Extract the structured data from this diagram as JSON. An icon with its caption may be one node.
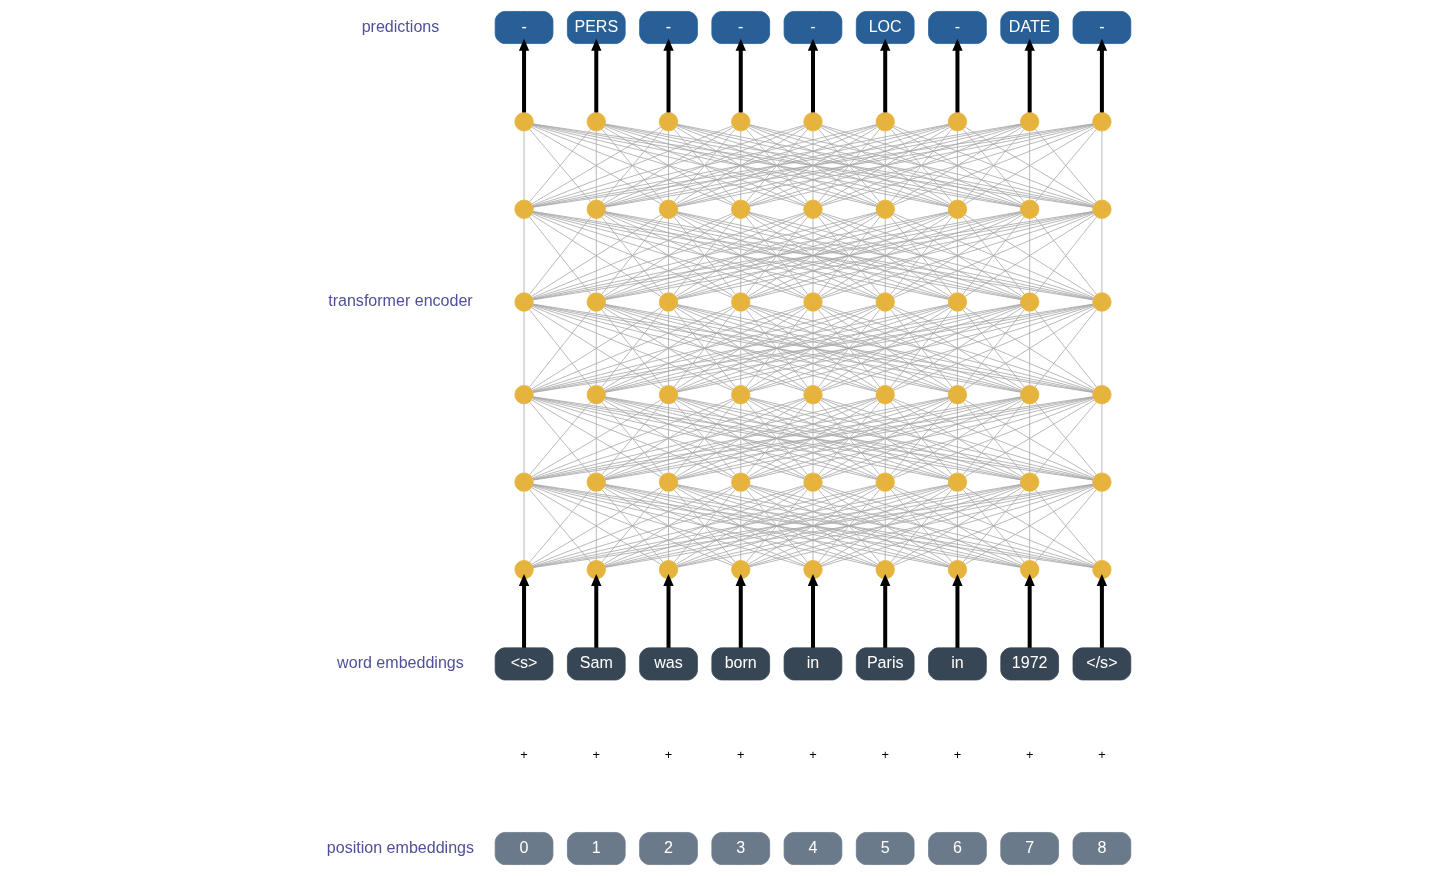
{
  "diagram": {
    "nodes": [
      {
        "text": [
          "-"
        ]
      },
      {
        "text": [
          "PERS"
        ]
      },
      {
        "text": [
          "-"
        ]
      },
      {
        "text": [
          "-"
        ]
      },
      {
        "text": [
          "-"
        ]
      },
      {
        "text": [
          "LOC"
        ]
      },
      {
        "text": [
          "-"
        ]
      },
      {
        "text": [
          "DATE"
        ]
      },
      {
        "text": [
          "-"
        ]
      },
      {
        "text": [],
        "shape": "circle"
      },
      {
        "text": [],
        "shape": "circle"
      },
      {
        "text": [],
        "shape": "circle"
      },
      {
        "text": [],
        "shape": "circle"
      },
      {
        "text": [],
        "shape": "circle"
      },
      {
        "text": [],
        "shape": "circle"
      },
      {
        "text": [],
        "shape": "circle"
      },
      {
        "text": [],
        "shape": "circle"
      },
      {
        "text": [],
        "shape": "circle"
      },
      {
        "text": [],
        "shape": "circle"
      },
      {
        "text": [],
        "shape": "circle"
      },
      {
        "text": [],
        "shape": "circle"
      },
      {
        "text": [],
        "shape": "circle"
      },
      {
        "text": [],
        "shape": "circle"
      },
      {
        "text": [],
        "shape": "circle"
      },
      {
        "text": [],
        "shape": "circle"
      },
      {
        "text": [],
        "shape": "circle"
      },
      {
        "text": [],
        "shape": "circle"
      },
      {
        "text": [],
        "shape": "circle"
      },
      {
        "text": [],
        "shape": "circle"
      },
      {
        "text": [],
        "shape": "circle"
      },
      {
        "text": [],
        "shape": "circle"
      },
      {
        "text": [],
        "shape": "circle"
      },
      {
        "text": [],
        "shape": "circle"
      },
      {
        "text": [],
        "shape": "circle"
      },
      {
        "text": [],
        "shape": "circle"
      },
      {
        "text": [],
        "shape": "circle"
      },
      {
        "text": [],
        "shape": "circle"
      },
      {
        "text": [],
        "shape": "circle"
      },
      {
        "text": [],
        "shape": "circle"
      },
      {
        "text": [],
        "shape": "circle"
      },
      {
        "text": [],
        "shape": "circle"
      },
      {
        "text": [],
        "shape": "circle"
      },
      {
        "text": [],
        "shape": "circle"
      },
      {
        "text": [],
        "shape": "circle"
      },
      {
        "text": [],
        "shape": "circle"
      },
      {
        "text": [],
        "shape": "circle"
      },
      {
        "text": [],
        "shape": "circle"
      },
      {
        "text": [],
        "shape": "circle"
      },
      {
        "text": [],
        "shape": "circle"
      },
      {
        "text": [],
        "shape": "circle"
      },
      {
        "text": [],
        "shape": "circle"
      },
      {
        "text": [],
        "shape": "circle"
      },
      {
        "text": [],
        "shape": "circle"
      },
      {
        "text": [],
        "shape": "circle"
      },
      {
        "text": [],
        "shape": "circle"
      },
      {
        "text": [],
        "shape": "circle"
      },
      {
        "text": [],
        "shape": "circle"
      },
      {
        "text": [],
        "shape": "circle"
      },
      {
        "text": [],
        "shape": "circle"
      },
      {
        "text": [],
        "shape": "circle"
      },
      {
        "text": [],
        "shape": "circle"
      },
      {
        "text": [],
        "shape": "circle"
      },
      {
        "text": [],
        "shape": "circle"
      },
      {
        "text": [
          "<s>"
        ]
      },
      {
        "text": [
          "Sam"
        ]
      },
      {
        "text": [
          "was"
        ]
      },
      {
        "text": [
          "born"
        ]
      },
      {
        "text": [
          "in"
        ]
      },
      {
        "text": [
          "Paris"
        ]
      },
      {
        "text": [
          "in"
        ]
      },
      {
        "text": [
          "1972"
        ]
      },
      {
        "text": [
          "</s>"
        ]
      },
      {
        "text": [
          "0"
        ]
      },
      {
        "text": [
          "1"
        ]
      },
      {
        "text": [
          "2"
        ]
      },
      {
        "text": [
          "3"
        ]
      },
      {
        "text": [
          "4"
        ]
      },
      {
        "text": [
          "5"
        ]
      },
      {
        "text": [
          "6"
        ]
      },
      {
        "text": [
          "7"
        ]
      },
      {
        "text": [
          "8"
        ]
      }
    ],
    "edges": [
      {
        "from": 9,
        "to": 0,
        "arrow": "to",
        "style": "thick",
        "color": "#000000"
      },
      {
        "from": 10,
        "to": 1,
        "arrow": "to",
        "style": "thick",
        "color": "#000000"
      },
      {
        "from": 11,
        "to": 2,
        "arrow": "to",
        "style": "thick",
        "color": "#000000"
      },
      {
        "from": 12,
        "to": 3,
        "arrow": "to",
        "style": "thick",
        "color": "#000000"
      },
      {
        "from": 13,
        "to": 4,
        "arrow": "to",
        "style": "thick",
        "color": "#000000"
      },
      {
        "from": 14,
        "to": 5,
        "arrow": "to",
        "style": "thick",
        "color": "#000000"
      },
      {
        "from": 15,
        "to": 6,
        "arrow": "to",
        "style": "thick",
        "color": "#000000"
      },
      {
        "from": 16,
        "to": 7,
        "arrow": "to",
        "style": "thick",
        "color": "#000000"
      },
      {
        "from": 17,
        "to": 8,
        "arrow": "to",
        "style": "thick",
        "color": "#000000"
      },
      {
        "from": 18,
        "to": 9,
        "arrow": "none"
      },
      {
        "from": 18,
        "to": 10,
        "arrow": "none"
      },
      {
        "from": 18,
        "to": 11,
        "arrow": "none"
      },
      {
        "from": 18,
        "to": 12,
        "arrow": "none"
      },
      {
        "from": 18,
        "to": 13,
        "arrow": "none"
      },
      {
        "from": 18,
        "to": 14,
        "arrow": "none"
      },
      {
        "from": 18,
        "to": 15,
        "arrow": "none"
      },
      {
        "from": 18,
        "to": 16,
        "arrow": "none"
      },
      {
        "from": 18,
        "to": 17,
        "arrow": "none"
      },
      {
        "from": 19,
        "to": 9,
        "arrow": "none"
      },
      {
        "from": 19,
        "to": 10,
        "arrow": "none"
      },
      {
        "from": 19,
        "to": 11,
        "arrow": "none"
      },
      {
        "from": 19,
        "to": 12,
        "arrow": "none"
      },
      {
        "from": 19,
        "to": 13,
        "arrow": "none"
      },
      {
        "from": 19,
        "to": 14,
        "arrow": "none"
      },
      {
        "from": 19,
        "to": 15,
        "arrow": "none"
      },
      {
        "from": 19,
        "to": 16,
        "arrow": "none"
      },
      {
        "from": 19,
        "to": 17,
        "arrow": "none"
      },
      {
        "from": 20,
        "to": 9,
        "arrow": "none"
      },
      {
        "from": 20,
        "to": 10,
        "arrow": "none"
      },
      {
        "from": 20,
        "to": 11,
        "arrow": "none"
      },
      {
        "from": 20,
        "to": 12,
        "arrow": "none"
      },
      {
        "from": 20,
        "to": 13,
        "arrow": "none"
      },
      {
        "from": 20,
        "to": 14,
        "arrow": "none"
      },
      {
        "from": 20,
        "to": 15,
        "arrow": "none"
      },
      {
        "from": 20,
        "to": 16,
        "arrow": "none"
      },
      {
        "from": 20,
        "to": 17,
        "arrow": "none"
      },
      {
        "from": 21,
        "to": 9,
        "arrow": "none"
      },
      {
        "from": 21,
        "to": 10,
        "arrow": "none"
      },
      {
        "from": 21,
        "to": 11,
        "arrow": "none"
      },
      {
        "from": 21,
        "to": 12,
        "arrow": "none"
      },
      {
        "from": 21,
        "to": 13,
        "arrow": "none"
      },
      {
        "from": 21,
        "to": 14,
        "arrow": "none"
      },
      {
        "from": 21,
        "to": 15,
        "arrow": "none"
      },
      {
        "from": 21,
        "to": 16,
        "arrow": "none"
      },
      {
        "from": 21,
        "to": 17,
        "arrow": "none"
      },
      {
        "from": 22,
        "to": 9,
        "arrow": "none"
      },
      {
        "from": 22,
        "to": 10,
        "arrow": "none"
      },
      {
        "from": 22,
        "to": 11,
        "arrow": "none"
      },
      {
        "from": 22,
        "to": 12,
        "arrow": "none"
      },
      {
        "from": 22,
        "to": 13,
        "arrow": "none"
      },
      {
        "from": 22,
        "to": 14,
        "arrow": "none"
      },
      {
        "from": 22,
        "to": 15,
        "arrow": "none"
      },
      {
        "from": 22,
        "to": 16,
        "arrow": "none"
      },
      {
        "from": 22,
        "to": 17,
        "arrow": "none"
      },
      {
        "from": 23,
        "to": 9,
        "arrow": "none"
      },
      {
        "from": 23,
        "to": 10,
        "arrow": "none"
      },
      {
        "from": 23,
        "to": 11,
        "arrow": "none"
      },
      {
        "from": 23,
        "to": 12,
        "arrow": "none"
      },
      {
        "from": 23,
        "to": 13,
        "arrow": "none"
      },
      {
        "from": 23,
        "to": 14,
        "arrow": "none"
      },
      {
        "from": 23,
        "to": 15,
        "arrow": "none"
      },
      {
        "from": 23,
        "to": 16,
        "arrow": "none"
      },
      {
        "from": 23,
        "to": 17,
        "arrow": "none"
      },
      {
        "from": 24,
        "to": 9,
        "arrow": "none"
      },
      {
        "from": 24,
        "to": 10,
        "arrow": "none"
      },
      {
        "from": 24,
        "to": 11,
        "arrow": "none"
      },
      {
        "from": 24,
        "to": 12,
        "arrow": "none"
      },
      {
        "from": 24,
        "to": 13,
        "arrow": "none"
      },
      {
        "from": 24,
        "to": 14,
        "arrow": "none"
      },
      {
        "from": 24,
        "to": 15,
        "arrow": "none"
      },
      {
        "from": 24,
        "to": 16,
        "arrow": "none"
      },
      {
        "from": 24,
        "to": 17,
        "arrow": "none"
      },
      {
        "from": 25,
        "to": 9,
        "arrow": "none"
      },
      {
        "from": 25,
        "to": 10,
        "arrow": "none"
      },
      {
        "from": 25,
        "to": 11,
        "arrow": "none"
      },
      {
        "from": 25,
        "to": 12,
        "arrow": "none"
      },
      {
        "from": 25,
        "to": 13,
        "arrow": "none"
      },
      {
        "from": 25,
        "to": 14,
        "arrow": "none"
      },
      {
        "from": 25,
        "to": 15,
        "arrow": "none"
      },
      {
        "from": 25,
        "to": 16,
        "arrow": "none"
      },
      {
        "from": 25,
        "to": 17,
        "arrow": "none"
      },
      {
        "from": 26,
        "to": 9,
        "arrow": "none"
      },
      {
        "from": 26,
        "to": 10,
        "arrow": "none"
      },
      {
        "from": 26,
        "to": 11,
        "arrow": "none"
      },
      {
        "from": 26,
        "to": 12,
        "arrow": "none"
      },
      {
        "from": 26,
        "to": 13,
        "arrow": "none"
      },
      {
        "from": 26,
        "to": 14,
        "arrow": "none"
      },
      {
        "from": 26,
        "to": 15,
        "arrow": "none"
      },
      {
        "from": 26,
        "to": 16,
        "arrow": "none"
      },
      {
        "from": 26,
        "to": 17,
        "arrow": "none"
      },
      {
        "from": 27,
        "to": 18,
        "arrow": "none"
      },
      {
        "from": 27,
        "to": 19,
        "arrow": "none"
      },
      {
        "from": 27,
        "to": 20,
        "arrow": "none"
      },
      {
        "from": 27,
        "to": 21,
        "arrow": "none"
      },
      {
        "from": 27,
        "to": 22,
        "arrow": "none"
      },
      {
        "from": 27,
        "to": 23,
        "arrow": "none"
      },
      {
        "from": 27,
        "to": 24,
        "arrow": "none"
      },
      {
        "from": 27,
        "to": 25,
        "arrow": "none"
      },
      {
        "from": 27,
        "to": 26,
        "arrow": "none"
      },
      {
        "from": 28,
        "to": 18,
        "arrow": "none"
      },
      {
        "from": 28,
        "to": 19,
        "arrow": "none"
      },
      {
        "from": 28,
        "to": 20,
        "arrow": "none"
      },
      {
        "from": 28,
        "to": 21,
        "arrow": "none"
      },
      {
        "from": 28,
        "to": 22,
        "arrow": "none"
      },
      {
        "from": 28,
        "to": 23,
        "arrow": "none"
      },
      {
        "from": 28,
        "to": 24,
        "arrow": "none"
      },
      {
        "from": 28,
        "to": 25,
        "arrow": "none"
      },
      {
        "from": 28,
        "to": 26,
        "arrow": "none"
      },
      {
        "from": 29,
        "to": 18,
        "arrow": "none"
      },
      {
        "from": 29,
        "to": 19,
        "arrow": "none"
      },
      {
        "from": 29,
        "to": 20,
        "arrow": "none"
      },
      {
        "from": 29,
        "to": 21,
        "arrow": "none"
      },
      {
        "from": 29,
        "to": 22,
        "arrow": "none"
      },
      {
        "from": 29,
        "to": 23,
        "arrow": "none"
      },
      {
        "from": 29,
        "to": 24,
        "arrow": "none"
      },
      {
        "from": 29,
        "to": 25,
        "arrow": "none"
      },
      {
        "from": 29,
        "to": 26,
        "arrow": "none"
      },
      {
        "from": 30,
        "to": 18,
        "arrow": "none"
      },
      {
        "from": 30,
        "to": 19,
        "arrow": "none"
      },
      {
        "from": 30,
        "to": 20,
        "arrow": "none"
      },
      {
        "from": 30,
        "to": 21,
        "arrow": "none"
      },
      {
        "from": 30,
        "to": 22,
        "arrow": "none"
      },
      {
        "from": 30,
        "to": 23,
        "arrow": "none"
      },
      {
        "from": 30,
        "to": 24,
        "arrow": "none"
      },
      {
        "from": 30,
        "to": 25,
        "arrow": "none"
      },
      {
        "from": 30,
        "to": 26,
        "arrow": "none"
      },
      {
        "from": 31,
        "to": 18,
        "arrow": "none"
      },
      {
        "from": 31,
        "to": 19,
        "arrow": "none"
      },
      {
        "from": 31,
        "to": 20,
        "arrow": "none"
      },
      {
        "from": 31,
        "to": 21,
        "arrow": "none"
      },
      {
        "from": 31,
        "to": 22,
        "arrow": "none"
      },
      {
        "from": 31,
        "to": 23,
        "arrow": "none"
      },
      {
        "from": 31,
        "to": 24,
        "arrow": "none"
      },
      {
        "from": 31,
        "to": 25,
        "arrow": "none"
      },
      {
        "from": 31,
        "to": 26,
        "arrow": "none"
      },
      {
        "from": 32,
        "to": 18,
        "arrow": "none"
      },
      {
        "from": 32,
        "to": 19,
        "arrow": "none"
      },
      {
        "from": 32,
        "to": 20,
        "arrow": "none"
      },
      {
        "from": 32,
        "to": 21,
        "arrow": "none"
      },
      {
        "from": 32,
        "to": 22,
        "arrow": "none"
      },
      {
        "from": 32,
        "to": 23,
        "arrow": "none"
      },
      {
        "from": 32,
        "to": 24,
        "arrow": "none"
      },
      {
        "from": 32,
        "to": 25,
        "arrow": "none"
      },
      {
        "from": 32,
        "to": 26,
        "arrow": "none"
      },
      {
        "from": 33,
        "to": 18,
        "arrow": "none"
      },
      {
        "from": 33,
        "to": 19,
        "arrow": "none"
      },
      {
        "from": 33,
        "to": 20,
        "arrow": "none"
      },
      {
        "from": 33,
        "to": 21,
        "arrow": "none"
      },
      {
        "from": 33,
        "to": 22,
        "arrow": "none"
      },
      {
        "from": 33,
        "to": 23,
        "arrow": "none"
      },
      {
        "from": 33,
        "to": 24,
        "arrow": "none"
      },
      {
        "from": 33,
        "to": 25,
        "arrow": "none"
      },
      {
        "from": 33,
        "to": 26,
        "arrow": "none"
      },
      {
        "from": 34,
        "to": 18,
        "arrow": "none"
      },
      {
        "from": 34,
        "to": 19,
        "arrow": "none"
      },
      {
        "from": 34,
        "to": 20,
        "arrow": "none"
      },
      {
        "from": 34,
        "to": 21,
        "arrow": "none"
      },
      {
        "from": 34,
        "to": 22,
        "arrow": "none"
      },
      {
        "from": 34,
        "to": 23,
        "arrow": "none"
      },
      {
        "from": 34,
        "to": 24,
        "arrow": "none"
      },
      {
        "from": 34,
        "to": 25,
        "arrow": "none"
      },
      {
        "from": 34,
        "to": 26,
        "arrow": "none"
      },
      {
        "from": 35,
        "to": 18,
        "arrow": "none"
      },
      {
        "from": 35,
        "to": 19,
        "arrow": "none"
      },
      {
        "from": 35,
        "to": 20,
        "arrow": "none"
      },
      {
        "from": 35,
        "to": 21,
        "arrow": "none"
      },
      {
        "from": 35,
        "to": 22,
        "arrow": "none"
      },
      {
        "from": 35,
        "to": 23,
        "arrow": "none"
      },
      {
        "from": 35,
        "to": 24,
        "arrow": "none"
      },
      {
        "from": 35,
        "to": 25,
        "arrow": "none"
      },
      {
        "from": 35,
        "to": 26,
        "arrow": "none"
      },
      {
        "from": 36,
        "to": 27,
        "arrow": "none"
      },
      {
        "from": 36,
        "to": 28,
        "arrow": "none"
      },
      {
        "from": 36,
        "to": 29,
        "arrow": "none"
      },
      {
        "from": 36,
        "to": 30,
        "arrow": "none"
      },
      {
        "from": 36,
        "to": 31,
        "arrow": "none"
      },
      {
        "from": 36,
        "to": 32,
        "arrow": "none"
      },
      {
        "from": 36,
        "to": 33,
        "arrow": "none"
      },
      {
        "from": 36,
        "to": 34,
        "arrow": "none"
      },
      {
        "from": 36,
        "to": 35,
        "arrow": "none"
      },
      {
        "from": 37,
        "to": 27,
        "arrow": "none"
      },
      {
        "from": 37,
        "to": 28,
        "arrow": "none"
      },
      {
        "from": 37,
        "to": 29,
        "arrow": "none"
      },
      {
        "from": 37,
        "to": 30,
        "arrow": "none"
      },
      {
        "from": 37,
        "to": 31,
        "arrow": "none"
      },
      {
        "from": 37,
        "to": 32,
        "arrow": "none"
      },
      {
        "from": 37,
        "to": 33,
        "arrow": "none"
      },
      {
        "from": 37,
        "to": 34,
        "arrow": "none"
      },
      {
        "from": 37,
        "to": 35,
        "arrow": "none"
      },
      {
        "from": 38,
        "to": 27,
        "arrow": "none"
      },
      {
        "from": 38,
        "to": 28,
        "arrow": "none"
      },
      {
        "from": 38,
        "to": 29,
        "arrow": "none"
      },
      {
        "from": 38,
        "to": 30,
        "arrow": "none"
      },
      {
        "from": 38,
        "to": 31,
        "arrow": "none"
      },
      {
        "from": 38,
        "to": 32,
        "arrow": "none"
      },
      {
        "from": 38,
        "to": 33,
        "arrow": "none"
      },
      {
        "from": 38,
        "to": 34,
        "arrow": "none"
      },
      {
        "from": 38,
        "to": 35,
        "arrow": "none"
      },
      {
        "from": 39,
        "to": 27,
        "arrow": "none"
      },
      {
        "from": 39,
        "to": 28,
        "arrow": "none"
      },
      {
        "from": 39,
        "to": 29,
        "arrow": "none"
      },
      {
        "from": 39,
        "to": 30,
        "arrow": "none"
      },
      {
        "from": 39,
        "to": 31,
        "arrow": "none"
      },
      {
        "from": 39,
        "to": 32,
        "arrow": "none"
      },
      {
        "from": 39,
        "to": 33,
        "arrow": "none"
      },
      {
        "from": 39,
        "to": 34,
        "arrow": "none"
      },
      {
        "from": 39,
        "to": 35,
        "arrow": "none"
      },
      {
        "from": 40,
        "to": 27,
        "arrow": "none"
      },
      {
        "from": 40,
        "to": 28,
        "arrow": "none"
      },
      {
        "from": 40,
        "to": 29,
        "arrow": "none"
      },
      {
        "from": 40,
        "to": 30,
        "arrow": "none"
      },
      {
        "from": 40,
        "to": 31,
        "arrow": "none"
      },
      {
        "from": 40,
        "to": 32,
        "arrow": "none"
      },
      {
        "from": 40,
        "to": 33,
        "arrow": "none"
      },
      {
        "from": 40,
        "to": 34,
        "arrow": "none"
      },
      {
        "from": 40,
        "to": 35,
        "arrow": "none"
      },
      {
        "from": 41,
        "to": 27,
        "arrow": "none"
      },
      {
        "from": 41,
        "to": 28,
        "arrow": "none"
      },
      {
        "from": 41,
        "to": 29,
        "arrow": "none"
      },
      {
        "from": 41,
        "to": 30,
        "arrow": "none"
      },
      {
        "from": 41,
        "to": 31,
        "arrow": "none"
      },
      {
        "from": 41,
        "to": 32,
        "arrow": "none"
      },
      {
        "from": 41,
        "to": 33,
        "arrow": "none"
      },
      {
        "from": 41,
        "to": 34,
        "arrow": "none"
      },
      {
        "from": 41,
        "to": 35,
        "arrow": "none"
      },
      {
        "from": 42,
        "to": 27,
        "arrow": "none"
      },
      {
        "from": 42,
        "to": 28,
        "arrow": "none"
      },
      {
        "from": 42,
        "to": 29,
        "arrow": "none"
      },
      {
        "from": 42,
        "to": 30,
        "arrow": "none"
      },
      {
        "from": 42,
        "to": 31,
        "arrow": "none"
      },
      {
        "from": 42,
        "to": 32,
        "arrow": "none"
      },
      {
        "from": 42,
        "to": 33,
        "arrow": "none"
      },
      {
        "from": 42,
        "to": 34,
        "arrow": "none"
      },
      {
        "from": 42,
        "to": 35,
        "arrow": "none"
      },
      {
        "from": 43,
        "to": 27,
        "arrow": "none"
      },
      {
        "from": 43,
        "to": 28,
        "arrow": "none"
      },
      {
        "from": 43,
        "to": 29,
        "arrow": "none"
      },
      {
        "from": 43,
        "to": 30,
        "arrow": "none"
      },
      {
        "from": 43,
        "to": 31,
        "arrow": "none"
      },
      {
        "from": 43,
        "to": 32,
        "arrow": "none"
      },
      {
        "from": 43,
        "to": 33,
        "arrow": "none"
      },
      {
        "from": 43,
        "to": 34,
        "arrow": "none"
      },
      {
        "from": 43,
        "to": 35,
        "arrow": "none"
      },
      {
        "from": 44,
        "to": 27,
        "arrow": "none"
      },
      {
        "from": 44,
        "to": 28,
        "arrow": "none"
      },
      {
        "from": 44,
        "to": 29,
        "arrow": "none"
      },
      {
        "from": 44,
        "to": 30,
        "arrow": "none"
      },
      {
        "from": 44,
        "to": 31,
        "arrow": "none"
      },
      {
        "from": 44,
        "to": 32,
        "arrow": "none"
      },
      {
        "from": 44,
        "to": 33,
        "arrow": "none"
      },
      {
        "from": 44,
        "to": 34,
        "arrow": "none"
      },
      {
        "from": 44,
        "to": 35,
        "arrow": "none"
      },
      {
        "from": 45,
        "to": 36,
        "arrow": "none"
      },
      {
        "from": 45,
        "to": 37,
        "arrow": "none"
      },
      {
        "from": 45,
        "to": 38,
        "arrow": "none"
      },
      {
        "from": 45,
        "to": 39,
        "arrow": "none"
      },
      {
        "from": 45,
        "to": 40,
        "arrow": "none"
      },
      {
        "from": 45,
        "to": 41,
        "arrow": "none"
      },
      {
        "from": 45,
        "to": 42,
        "arrow": "none"
      },
      {
        "from": 45,
        "to": 43,
        "arrow": "none"
      },
      {
        "from": 45,
        "to": 44,
        "arrow": "none"
      },
      {
        "from": 46,
        "to": 36,
        "arrow": "none"
      },
      {
        "from": 46,
        "to": 37,
        "arrow": "none"
      },
      {
        "from": 46,
        "to": 38,
        "arrow": "none"
      },
      {
        "from": 46,
        "to": 39,
        "arrow": "none"
      },
      {
        "from": 46,
        "to": 40,
        "arrow": "none"
      },
      {
        "from": 46,
        "to": 41,
        "arrow": "none"
      },
      {
        "from": 46,
        "to": 42,
        "arrow": "none"
      },
      {
        "from": 46,
        "to": 43,
        "arrow": "none"
      },
      {
        "from": 46,
        "to": 44,
        "arrow": "none"
      },
      {
        "from": 47,
        "to": 36,
        "arrow": "none"
      },
      {
        "from": 47,
        "to": 37,
        "arrow": "none"
      },
      {
        "from": 47,
        "to": 38,
        "arrow": "none"
      },
      {
        "from": 47,
        "to": 39,
        "arrow": "none"
      },
      {
        "from": 47,
        "to": 40,
        "arrow": "none"
      },
      {
        "from": 47,
        "to": 41,
        "arrow": "none"
      },
      {
        "from": 47,
        "to": 42,
        "arrow": "none"
      },
      {
        "from": 47,
        "to": 43,
        "arrow": "none"
      },
      {
        "from": 47,
        "to": 44,
        "arrow": "none"
      },
      {
        "from": 48,
        "to": 36,
        "arrow": "none"
      },
      {
        "from": 48,
        "to": 37,
        "arrow": "none"
      },
      {
        "from": 48,
        "to": 38,
        "arrow": "none"
      },
      {
        "from": 48,
        "to": 39,
        "arrow": "none"
      },
      {
        "from": 48,
        "to": 40,
        "arrow": "none"
      },
      {
        "from": 48,
        "to": 41,
        "arrow": "none"
      },
      {
        "from": 48,
        "to": 42,
        "arrow": "none"
      },
      {
        "from": 48,
        "to": 43,
        "arrow": "none"
      },
      {
        "from": 48,
        "to": 44,
        "arrow": "none"
      },
      {
        "from": 49,
        "to": 36,
        "arrow": "none"
      },
      {
        "from": 49,
        "to": 37,
        "arrow": "none"
      },
      {
        "from": 49,
        "to": 38,
        "arrow": "none"
      },
      {
        "from": 49,
        "to": 39,
        "arrow": "none"
      },
      {
        "from": 49,
        "to": 40,
        "arrow": "none"
      },
      {
        "from": 49,
        "to": 41,
        "arrow": "none"
      },
      {
        "from": 49,
        "to": 42,
        "arrow": "none"
      },
      {
        "from": 49,
        "to": 43,
        "arrow": "none"
      },
      {
        "from": 49,
        "to": 44,
        "arrow": "none"
      },
      {
        "from": 50,
        "to": 36,
        "arrow": "none"
      },
      {
        "from": 50,
        "to": 37,
        "arrow": "none"
      },
      {
        "from": 50,
        "to": 38,
        "arrow": "none"
      },
      {
        "from": 50,
        "to": 39,
        "arrow": "none"
      },
      {
        "from": 50,
        "to": 40,
        "arrow": "none"
      },
      {
        "from": 50,
        "to": 41,
        "arrow": "none"
      },
      {
        "from": 50,
        "to": 42,
        "arrow": "none"
      },
      {
        "from": 50,
        "to": 43,
        "arrow": "none"
      },
      {
        "from": 50,
        "to": 44,
        "arrow": "none"
      },
      {
        "from": 51,
        "to": 36,
        "arrow": "none"
      },
      {
        "from": 51,
        "to": 37,
        "arrow": "none"
      },
      {
        "from": 51,
        "to": 38,
        "arrow": "none"
      },
      {
        "from": 51,
        "to": 39,
        "arrow": "none"
      },
      {
        "from": 51,
        "to": 40,
        "arrow": "none"
      },
      {
        "from": 51,
        "to": 41,
        "arrow": "none"
      },
      {
        "from": 51,
        "to": 42,
        "arrow": "none"
      },
      {
        "from": 51,
        "to": 43,
        "arrow": "none"
      },
      {
        "from": 51,
        "to": 44,
        "arrow": "none"
      },
      {
        "from": 52,
        "to": 36,
        "arrow": "none"
      },
      {
        "from": 52,
        "to": 37,
        "arrow": "none"
      },
      {
        "from": 52,
        "to": 38,
        "arrow": "none"
      },
      {
        "from": 52,
        "to": 39,
        "arrow": "none"
      },
      {
        "from": 52,
        "to": 40,
        "arrow": "none"
      },
      {
        "from": 52,
        "to": 41,
        "arrow": "none"
      },
      {
        "from": 52,
        "to": 42,
        "arrow": "none"
      },
      {
        "from": 52,
        "to": 43,
        "arrow": "none"
      },
      {
        "from": 52,
        "to": 44,
        "arrow": "none"
      },
      {
        "from": 53,
        "to": 36,
        "arrow": "none"
      },
      {
        "from": 53,
        "to": 37,
        "arrow": "none"
      },
      {
        "from": 53,
        "to": 38,
        "arrow": "none"
      },
      {
        "from": 53,
        "to": 39,
        "arrow": "none"
      },
      {
        "from": 53,
        "to": 40,
        "arrow": "none"
      },
      {
        "from": 53,
        "to": 41,
        "arrow": "none"
      },
      {
        "from": 53,
        "to": 42,
        "arrow": "none"
      },
      {
        "from": 53,
        "to": 43,
        "arrow": "none"
      },
      {
        "from": 53,
        "to": 44,
        "arrow": "none"
      },
      {
        "from": 54,
        "to": 45,
        "arrow": "none"
      },
      {
        "from": 54,
        "to": 46,
        "arrow": "none"
      },
      {
        "from": 54,
        "to": 47,
        "arrow": "none"
      },
      {
        "from": 54,
        "to": 48,
        "arrow": "none"
      },
      {
        "from": 54,
        "to": 49,
        "arrow": "none"
      },
      {
        "from": 54,
        "to": 50,
        "arrow": "none"
      },
      {
        "from": 54,
        "to": 51,
        "arrow": "none"
      },
      {
        "from": 54,
        "to": 52,
        "arrow": "none"
      },
      {
        "from": 54,
        "to": 53,
        "arrow": "none"
      },
      {
        "from": 55,
        "to": 45,
        "arrow": "none"
      },
      {
        "from": 55,
        "to": 46,
        "arrow": "none"
      },
      {
        "from": 55,
        "to": 47,
        "arrow": "none"
      },
      {
        "from": 55,
        "to": 48,
        "arrow": "none"
      },
      {
        "from": 55,
        "to": 49,
        "arrow": "none"
      },
      {
        "from": 55,
        "to": 50,
        "arrow": "none"
      },
      {
        "from": 55,
        "to": 51,
        "arrow": "none"
      },
      {
        "from": 55,
        "to": 52,
        "arrow": "none"
      },
      {
        "from": 55,
        "to": 53,
        "arrow": "none"
      },
      {
        "from": 56,
        "to": 45,
        "arrow": "none"
      },
      {
        "from": 56,
        "to": 46,
        "arrow": "none"
      },
      {
        "from": 56,
        "to": 47,
        "arrow": "none"
      },
      {
        "from": 56,
        "to": 48,
        "arrow": "none"
      },
      {
        "from": 56,
        "to": 49,
        "arrow": "none"
      },
      {
        "from": 56,
        "to": 50,
        "arrow": "none"
      },
      {
        "from": 56,
        "to": 51,
        "arrow": "none"
      },
      {
        "from": 56,
        "to": 52,
        "arrow": "none"
      },
      {
        "from": 56,
        "to": 53,
        "arrow": "none"
      },
      {
        "from": 57,
        "to": 45,
        "arrow": "none"
      },
      {
        "from": 57,
        "to": 46,
        "arrow": "none"
      },
      {
        "from": 57,
        "to": 47,
        "arrow": "none"
      },
      {
        "from": 57,
        "to": 48,
        "arrow": "none"
      },
      {
        "from": 57,
        "to": 49,
        "arrow": "none"
      },
      {
        "from": 57,
        "to": 50,
        "arrow": "none"
      },
      {
        "from": 57,
        "to": 51,
        "arrow": "none"
      },
      {
        "from": 57,
        "to": 52,
        "arrow": "none"
      },
      {
        "from": 57,
        "to": 53,
        "arrow": "none"
      },
      {
        "from": 58,
        "to": 45,
        "arrow": "none"
      },
      {
        "from": 58,
        "to": 46,
        "arrow": "none"
      },
      {
        "from": 58,
        "to": 47,
        "arrow": "none"
      },
      {
        "from": 58,
        "to": 48,
        "arrow": "none"
      },
      {
        "from": 58,
        "to": 49,
        "arrow": "none"
      },
      {
        "from": 58,
        "to": 50,
        "arrow": "none"
      },
      {
        "from": 58,
        "to": 51,
        "arrow": "none"
      },
      {
        "from": 58,
        "to": 52,
        "arrow": "none"
      },
      {
        "from": 58,
        "to": 53,
        "arrow": "none"
      },
      {
        "from": 59,
        "to": 45,
        "arrow": "none"
      },
      {
        "from": 59,
        "to": 46,
        "arrow": "none"
      },
      {
        "from": 59,
        "to": 47,
        "arrow": "none"
      },
      {
        "from": 59,
        "to": 48,
        "arrow": "none"
      },
      {
        "from": 59,
        "to": 49,
        "arrow": "none"
      },
      {
        "from": 59,
        "to": 50,
        "arrow": "none"
      },
      {
        "from": 59,
        "to": 51,
        "arrow": "none"
      },
      {
        "from": 59,
        "to": 52,
        "arrow": "none"
      },
      {
        "from": 59,
        "to": 53,
        "arrow": "none"
      },
      {
        "from": 60,
        "to": 45,
        "arrow": "none"
      },
      {
        "from": 60,
        "to": 46,
        "arrow": "none"
      },
      {
        "from": 60,
        "to": 47,
        "arrow": "none"
      },
      {
        "from": 60,
        "to": 48,
        "arrow": "none"
      },
      {
        "from": 60,
        "to": 49,
        "arrow": "none"
      },
      {
        "from": 60,
        "to": 50,
        "arrow": "none"
      },
      {
        "from": 60,
        "to": 51,
        "arrow": "none"
      },
      {
        "from": 60,
        "to": 52,
        "arrow": "none"
      },
      {
        "from": 60,
        "to": 53,
        "arrow": "none"
      },
      {
        "from": 61,
        "to": 45,
        "arrow": "none"
      },
      {
        "from": 61,
        "to": 46,
        "arrow": "none"
      },
      {
        "from": 61,
        "to": 47,
        "arrow": "none"
      },
      {
        "from": 61,
        "to": 48,
        "arrow": "none"
      },
      {
        "from": 61,
        "to": 49,
        "arrow": "none"
      },
      {
        "from": 61,
        "to": 50,
        "arrow": "none"
      },
      {
        "from": 61,
        "to": 51,
        "arrow": "none"
      },
      {
        "from": 61,
        "to": 52,
        "arrow": "none"
      },
      {
        "from": 61,
        "to": 53,
        "arrow": "none"
      },
      {
        "from": 62,
        "to": 45,
        "arrow": "none"
      },
      {
        "from": 62,
        "to": 46,
        "arrow": "none"
      },
      {
        "from": 62,
        "to": 47,
        "arrow": "none"
      },
      {
        "from": 62,
        "to": 48,
        "arrow": "none"
      },
      {
        "from": 62,
        "to": 49,
        "arrow": "none"
      },
      {
        "from": 62,
        "to": 50,
        "arrow": "none"
      },
      {
        "from": 62,
        "to": 51,
        "arrow": "none"
      },
      {
        "from": 62,
        "to": 52,
        "arrow": "none"
      },
      {
        "from": 62,
        "to": 53,
        "arrow": "none"
      },
      {
        "from": 63,
        "to": 54,
        "arrow": "to",
        "style": "thick",
        "color": "#000000"
      },
      {
        "from": 64,
        "to": 55,
        "arrow": "to",
        "style": "thick",
        "color": "#000000"
      },
      {
        "from": 65,
        "to": 56,
        "arrow": "to",
        "style": "thick",
        "color": "#000000"
      },
      {
        "from": 66,
        "to": 57,
        "arrow": "to",
        "style": "thick",
        "color": "#000000"
      },
      {
        "from": 67,
        "to": 58,
        "arrow": "to",
        "style": "thick",
        "color": "#000000"
      },
      {
        "from": 68,
        "to": 59,
        "arrow": "to",
        "style": "thick",
        "color": "#000000"
      },
      {
        "from": 69,
        "to": 60,
        "arrow": "to",
        "style": "thick",
        "color": "#000000"
      },
      {
        "from": 70,
        "to": 61,
        "arrow": "to",
        "style": "thick",
        "color": "#000000"
      },
      {
        "from": 71,
        "to": 62,
        "arrow": "to",
        "style": "thick",
        "color": "#000000"
      }
    ],
    "labels": [
      "predictions",
      "transformer encoder",
      "word embeddings",
      "+",
      "+",
      "+",
      "+",
      "+",
      "+",
      "+",
      "+",
      "+",
      "position embeddings"
    ]
  }
}
